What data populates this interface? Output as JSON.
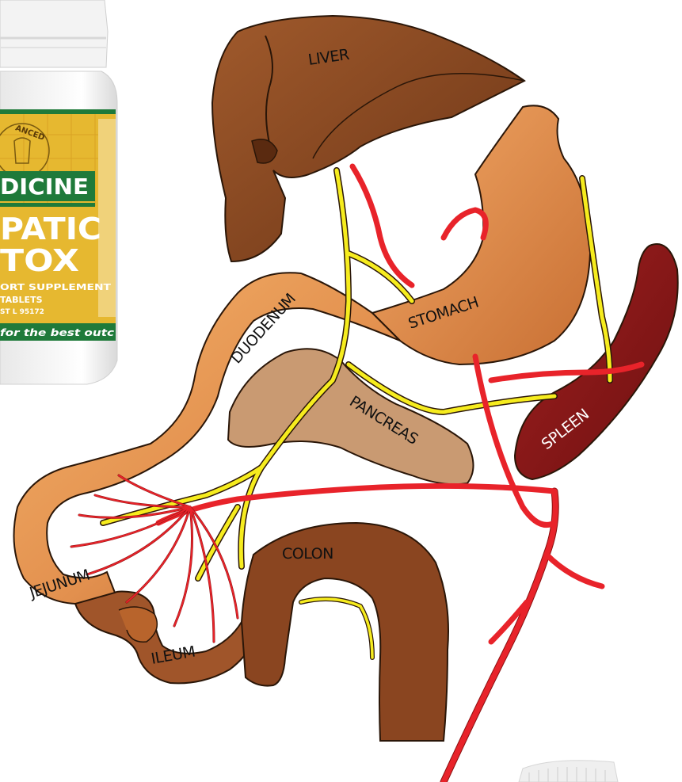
{
  "diagram": {
    "organs": {
      "liver": "LIVER",
      "stomach": "STOMACH",
      "duodenum": "DUODENUM",
      "pancreas": "PANCREAS",
      "spleen": "SPLEEN",
      "jejunum": "JEJUNUM",
      "ileum": "ILEUM",
      "colon": "COLON"
    },
    "colors": {
      "liver": "#8b4a22",
      "stomach": "#e89a55",
      "pancreas": "#c99a72",
      "spleen": "#8e1a1a",
      "colon": "#8a4520",
      "artery": "#e8232a",
      "vein": "#f6ec1e"
    }
  },
  "bottle": {
    "arc_text": "ANCED",
    "brand": "DICINE",
    "product_line1": "PATIC",
    "product_line2": "TOX",
    "subtitle": "ORT SUPPLEMENT",
    "count": "TABLETS",
    "code": "ST L 95172",
    "tagline": "for the best outc",
    "colors": {
      "green": "#1f7a3a",
      "label": "#e6b830",
      "brand_text": "#ffffff"
    }
  }
}
